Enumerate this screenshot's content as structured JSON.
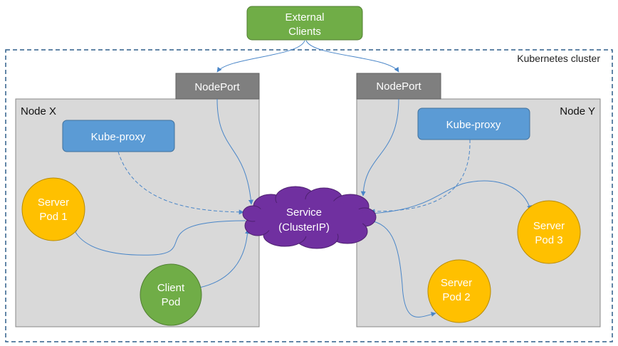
{
  "external_clients": {
    "line1": "External",
    "line2": "Clients"
  },
  "cluster": {
    "label": "Kubernetes cluster"
  },
  "node_x": {
    "label": "Node X",
    "nodeport": "NodePort",
    "kube_proxy": "Kube-proxy",
    "server_pod_1": {
      "line1": "Server",
      "line2": "Pod 1"
    },
    "client_pod": {
      "line1": "Client",
      "line2": "Pod"
    }
  },
  "node_y": {
    "label": "Node Y",
    "nodeport": "NodePort",
    "kube_proxy": "Kube-proxy",
    "server_pod_2": {
      "line1": "Server",
      "line2": "Pod 2"
    },
    "server_pod_3": {
      "line1": "Server",
      "line2": "Pod 3"
    }
  },
  "service": {
    "line1": "Service",
    "line2": "(ClusterIP)"
  },
  "colors": {
    "clients_fill": "#70ad47",
    "node_fill": "#d9d9d9",
    "nodeport_fill": "#7f7f7f",
    "proxy_fill": "#5b9bd5",
    "server_pod_fill": "#ffc000",
    "client_pod_fill": "#70ad47",
    "service_fill": "#7030a0",
    "arrow": "#4a86c8",
    "cluster_border": "#2e5f8a"
  }
}
